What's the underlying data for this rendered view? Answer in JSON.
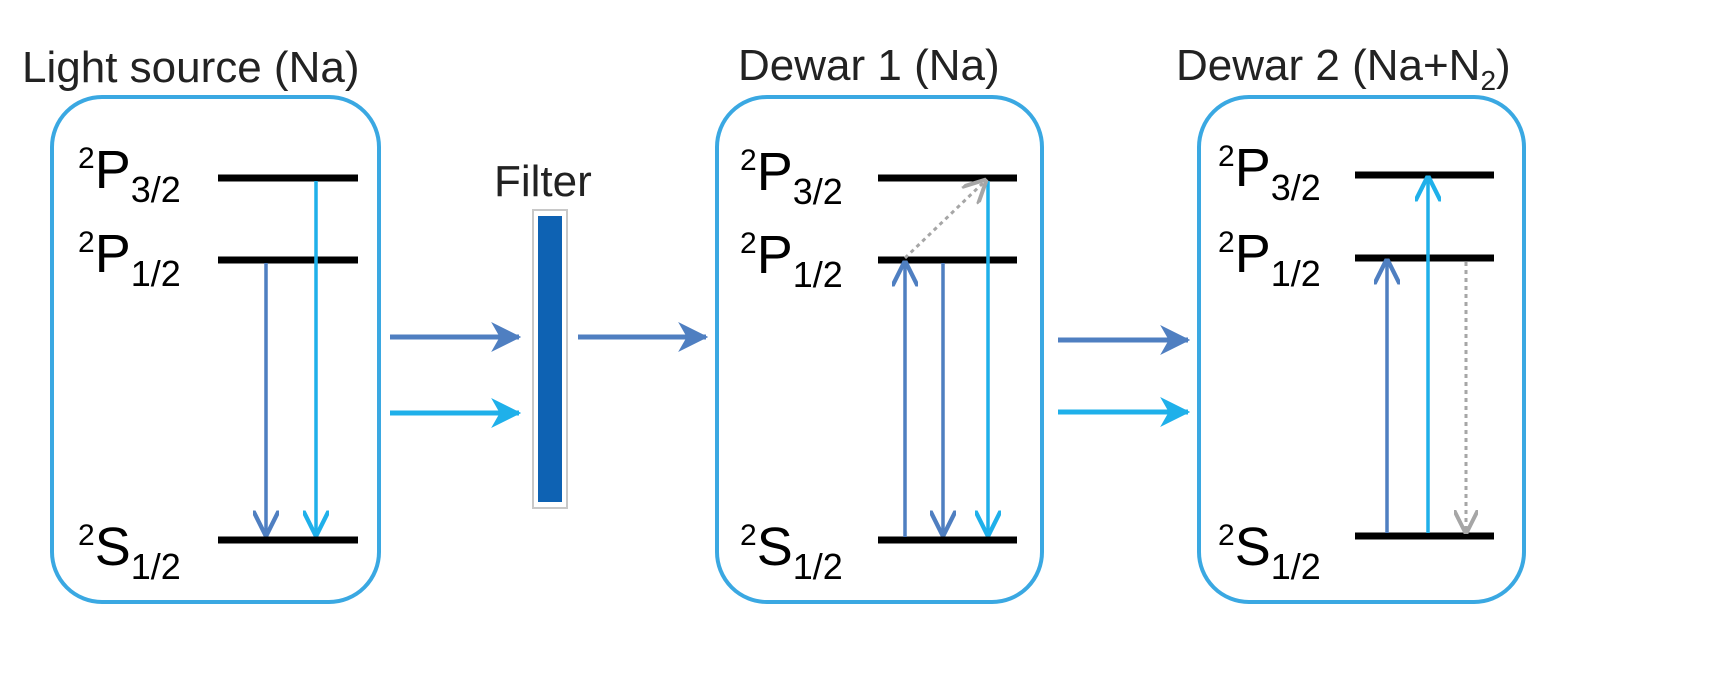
{
  "panels": [
    {
      "title": "Light source (Na)"
    },
    {
      "title": "Dewar 1 (Na)"
    },
    {
      "title": "Dewar 2 (Na+N",
      "title_sub": "2",
      "title_close": ")"
    }
  ],
  "filter": {
    "label": "Filter"
  },
  "levels": {
    "p32": {
      "sup": "2",
      "main": "P",
      "sub": "3/2"
    },
    "p12": {
      "sup": "2",
      "main": "P",
      "sub": "1/2"
    },
    "s12": {
      "sup": "2",
      "main": "S",
      "sub": "1/2"
    }
  },
  "colors": {
    "box": "#3aa8e2",
    "d1": "#4f7fc1",
    "d2": "#1fb0ea",
    "dotted": "#a6a6a6",
    "filter": "#0e62b3",
    "level": "#000000"
  }
}
